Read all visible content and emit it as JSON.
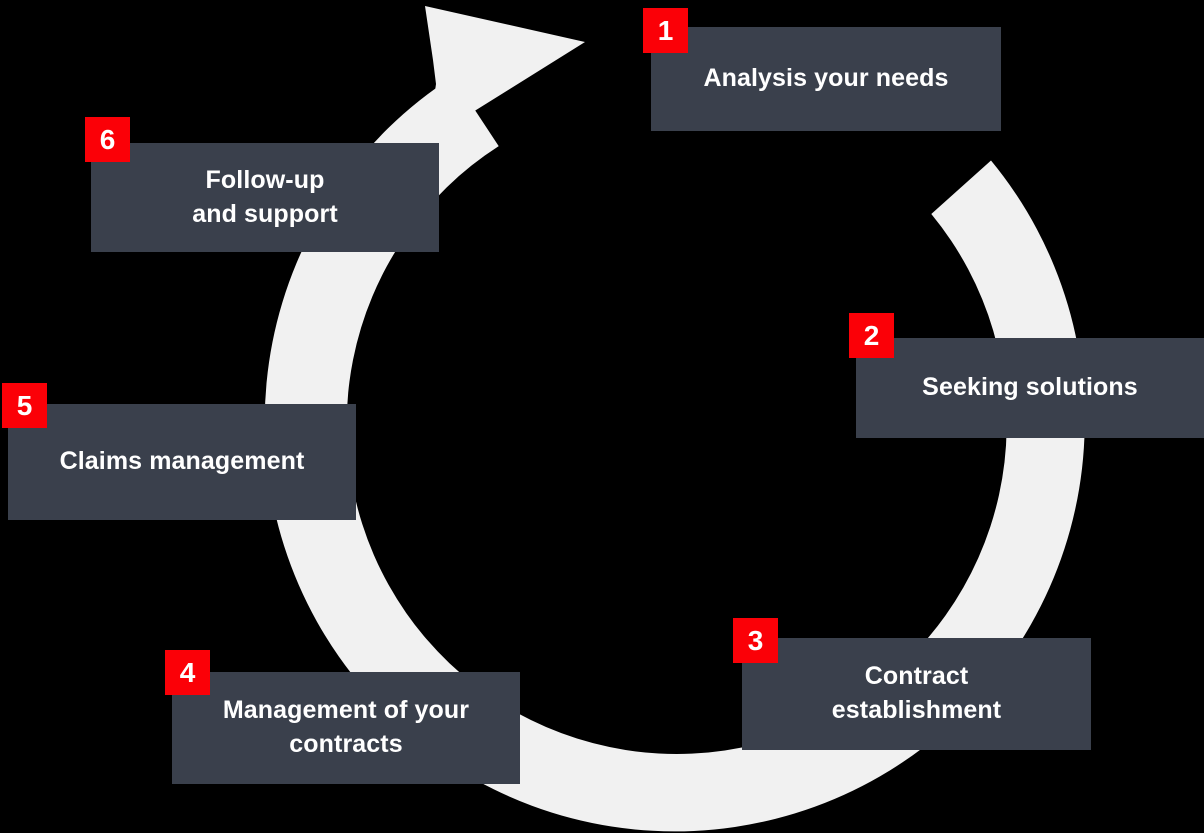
{
  "diagram": {
    "type": "circular-process-cycle",
    "title": "Six step service cycle",
    "colors": {
      "background": "#000000",
      "box_fill": "#3a404c",
      "box_text": "#ffffff",
      "badge_fill": "#fb0007",
      "badge_text": "#ffffff",
      "arrow_fill": "#f1f1f1"
    },
    "arrow": {
      "name": "circular-arrow",
      "direction": "clockwise",
      "head_position": "top-center",
      "gap": "top"
    },
    "steps": [
      {
        "number": "1",
        "label": "Analysis your needs"
      },
      {
        "number": "2",
        "label": "Seeking solutions"
      },
      {
        "number": "3",
        "label": "Contract\nestablishment"
      },
      {
        "number": "4",
        "label": "Management of your\ncontracts"
      },
      {
        "number": "5",
        "label": "Claims management"
      },
      {
        "number": "6",
        "label": "Follow-up\nand support"
      }
    ]
  }
}
